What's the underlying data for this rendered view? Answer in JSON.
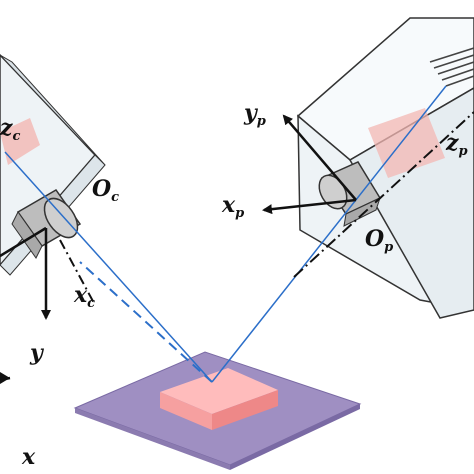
{
  "colors": {
    "housing_face": "#eef3f6",
    "housing_top": "#f7fafc",
    "housing_edge": "#3a3a3a",
    "lens": "#bdbdbd",
    "ray": "#2c6fc9",
    "pattern_red": "#f3b7b3",
    "base_plate": "#9f8fc2",
    "base_plate_top": "#b6a6dc",
    "sample_top": "#ffbcbc",
    "sample_side": "#f08c8c",
    "axis": "#111111"
  },
  "labels": {
    "camera": {
      "z_main": "z",
      "z_sub": "c",
      "origin_main": "O",
      "origin_sub": "c",
      "x_main": "x",
      "x_sub": "c",
      "y_main": "y"
    },
    "projector": {
      "y_main": "y",
      "y_sub": "p",
      "x_main": "x",
      "x_sub": "p",
      "z_main": "z",
      "z_sub": "p",
      "origin_main": "O",
      "origin_sub": "p"
    },
    "world": {
      "y_main": "y",
      "x_main": "x"
    }
  }
}
